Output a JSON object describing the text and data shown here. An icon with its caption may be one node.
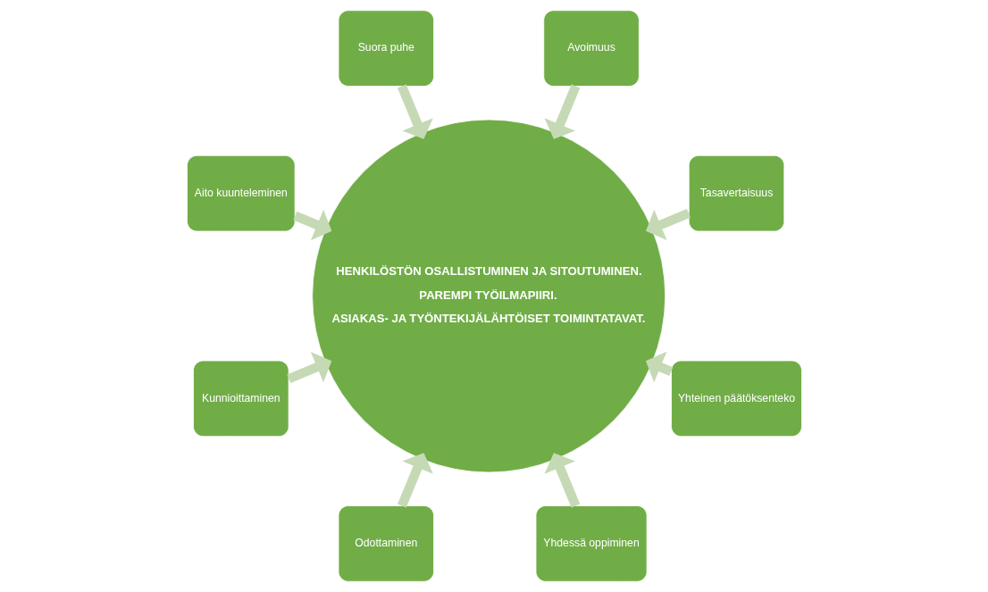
{
  "diagram": {
    "nodes": [
      {
        "text": [
          "Tasavertaisuus"
        ]
      },
      {
        "text": [
          "Avoimuus"
        ]
      },
      {
        "text": [
          "Suora puhe"
        ]
      },
      {
        "text": [
          "Aito kuunteleminen"
        ]
      },
      {
        "text": [
          "Kunnioittaminen"
        ]
      },
      {
        "text": [
          "Odottaminen"
        ]
      },
      {
        "text": [
          "Yhdessä oppiminen"
        ]
      },
      {
        "text": [
          "Yhteinen päätöksenteko"
        ]
      },
      {
        "text": [
          "HENKILÖSTÖN OSALLISTUMINEN JA SITOUTUMINEN.",
          "PAREMPI TYÖILMAPIIRI.",
          "ASIAKAS- JA TYÖNTEKIJÄLÄHTÖISET TOIMINTATAVAT."
        ]
      }
    ],
    "edges": [
      {
        "from": 0,
        "to": 8,
        "arrow": "to"
      },
      {
        "from": 1,
        "to": 8,
        "arrow": "to"
      },
      {
        "from": 2,
        "to": 8,
        "arrow": "to"
      },
      {
        "from": 3,
        "to": 8,
        "arrow": "to"
      },
      {
        "from": 4,
        "to": 8,
        "arrow": "to"
      },
      {
        "from": 5,
        "to": 8,
        "arrow": "to"
      },
      {
        "from": 6,
        "to": 8,
        "arrow": "to"
      },
      {
        "from": 7,
        "to": 8,
        "arrow": "to"
      }
    ]
  }
}
